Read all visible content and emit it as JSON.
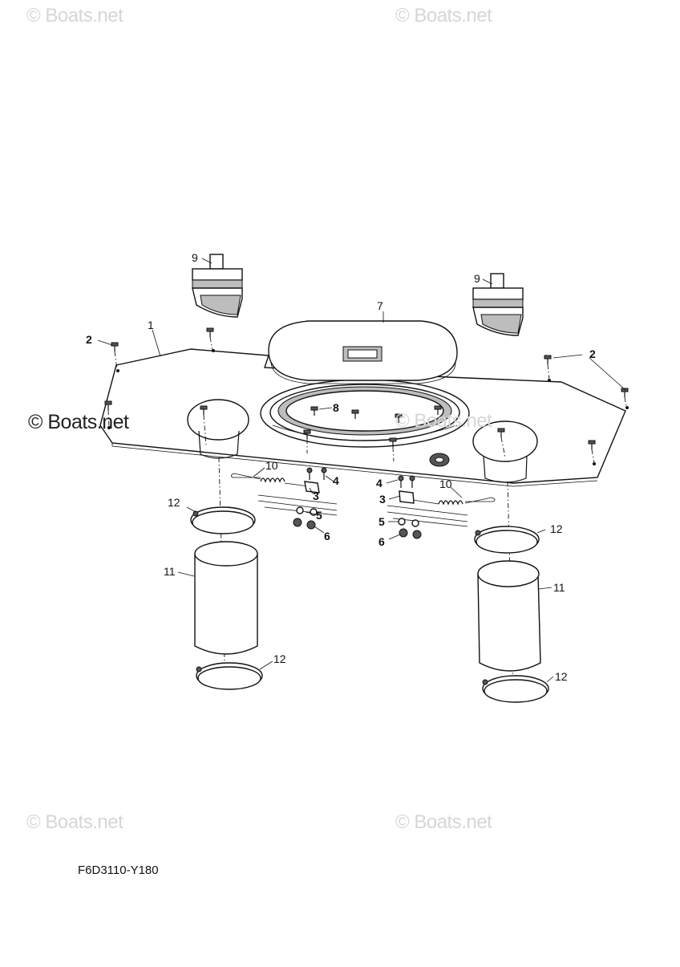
{
  "watermarks": {
    "top_left": "© Boats.net",
    "top_right": "© Boats.net",
    "middle_left": "© Boats.net",
    "middle_center": "© Boats.net",
    "bottom_left": "© Boats.net",
    "bottom_right": "© Boats.net"
  },
  "diagram_code": "F6D3110-Y180",
  "callouts": {
    "c1": "1",
    "c2a": "2",
    "c2b": "2",
    "c3a": "3",
    "c3b": "3",
    "c4a": "4",
    "c4b": "4",
    "c5a": "5",
    "c5b": "5",
    "c6a": "6",
    "c6b": "6",
    "c7": "7",
    "c8": "8",
    "c9a": "9",
    "c9b": "9",
    "c10a": "10",
    "c10b": "10",
    "c11a": "11",
    "c11b": "11",
    "c12a": "12",
    "c12b": "12",
    "c12c": "12",
    "c12d": "12"
  }
}
